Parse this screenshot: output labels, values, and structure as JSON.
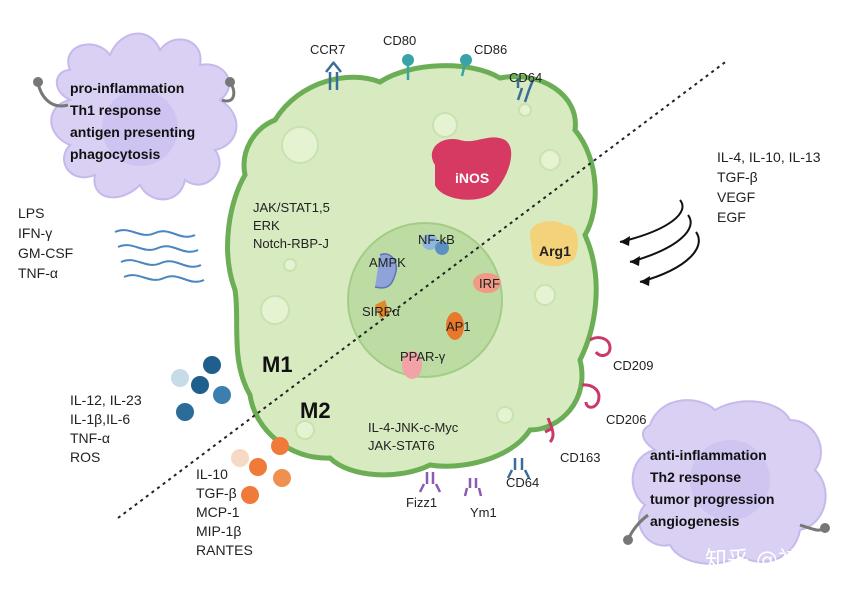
{
  "colors": {
    "cell_fill": "#d8ebc0",
    "cell_stroke": "#6cae55",
    "nucleus_fill": "#bcdca3",
    "inos": "#d63a62",
    "arg1": "#f3d27a",
    "blob_purple": "#d9d0f3",
    "m1_dots": "#1f5f8b",
    "m2_dots": "#f07a3a",
    "receptor_blue": "#3a6d9a",
    "receptor_teal": "#3aa3a8",
    "receptor_pink": "#c93a66",
    "receptor_purple": "#8a5bb0"
  },
  "labels": {
    "m1": "M1",
    "m2": "M2",
    "m1_pathways": [
      "JAK/STAT1,5",
      "ERK",
      "Notch-RBP-J"
    ],
    "m2_pathways": [
      "IL-4-JNK-c-Myc",
      "JAK-STAT6"
    ],
    "m1_stimuli": [
      "LPS",
      "IFN-γ",
      "GM-CSF",
      "TNF-α"
    ],
    "m2_stimuli": [
      "IL-4, IL-10, IL-13",
      "TGF-β",
      "VEGF",
      "EGF"
    ],
    "m1_secreted": [
      "IL-12, IL-23",
      "IL-1β,IL-6",
      "TNF-α",
      "ROS"
    ],
    "m2_secreted": [
      "IL-10",
      "TGF-β",
      "MCP-1",
      "MIP-1β",
      "RANTES"
    ],
    "m1_functions": [
      "pro-inflammation",
      "Th1 response",
      "antigen presenting",
      "phagocytosis"
    ],
    "m2_functions": [
      "anti-inflammation",
      "Th2 response",
      "tumor progression",
      "angiogenesis"
    ],
    "enzymes": {
      "inos": "iNOS",
      "arg1": "Arg1"
    },
    "nucleus": {
      "nfkb": "NF-kB",
      "ampk": "AMPK",
      "irf": "IRF",
      "sirpa": "SIRPα",
      "ap1": "AP1",
      "ppar": "PPAR-γ"
    },
    "receptors": {
      "ccr7": "CCR7",
      "cd80": "CD80",
      "cd86": "CD86",
      "cd64_top": "CD64",
      "cd209": "CD209",
      "cd206": "CD206",
      "cd163": "CD163",
      "cd64_bottom": "CD64",
      "fizz1": "Fizz1",
      "ym1": "Ym1"
    },
    "watermark": "知乎 @祎蝶"
  }
}
